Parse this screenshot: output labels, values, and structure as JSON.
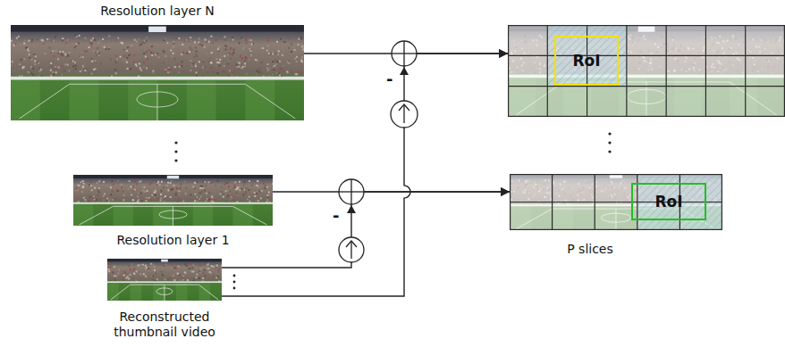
{
  "diagram": {
    "nodes": [
      {
        "text": [
          "Resolution layer N"
        ]
      },
      {
        "text": []
      },
      {
        "text": [
          "RoI"
        ],
        "in": 1
      },
      {
        "text": [
          "Resolution layer 1"
        ]
      },
      {
        "text": [
          "P slices"
        ]
      },
      {
        "text": [
          "RoI"
        ],
        "in": 4
      },
      {
        "text": [
          "Reconstructed thumbnail video"
        ]
      }
    ],
    "edges": [
      {
        "from": 0,
        "to": 1,
        "arrow": "to"
      },
      {
        "from": 3,
        "to": 4,
        "arrow": "to"
      },
      {
        "from": 6,
        "to": 4,
        "arrow": "to"
      },
      {
        "from": 6,
        "to": 1,
        "arrow": "to"
      }
    ],
    "labels": [
      "-",
      "-"
    ]
  }
}
